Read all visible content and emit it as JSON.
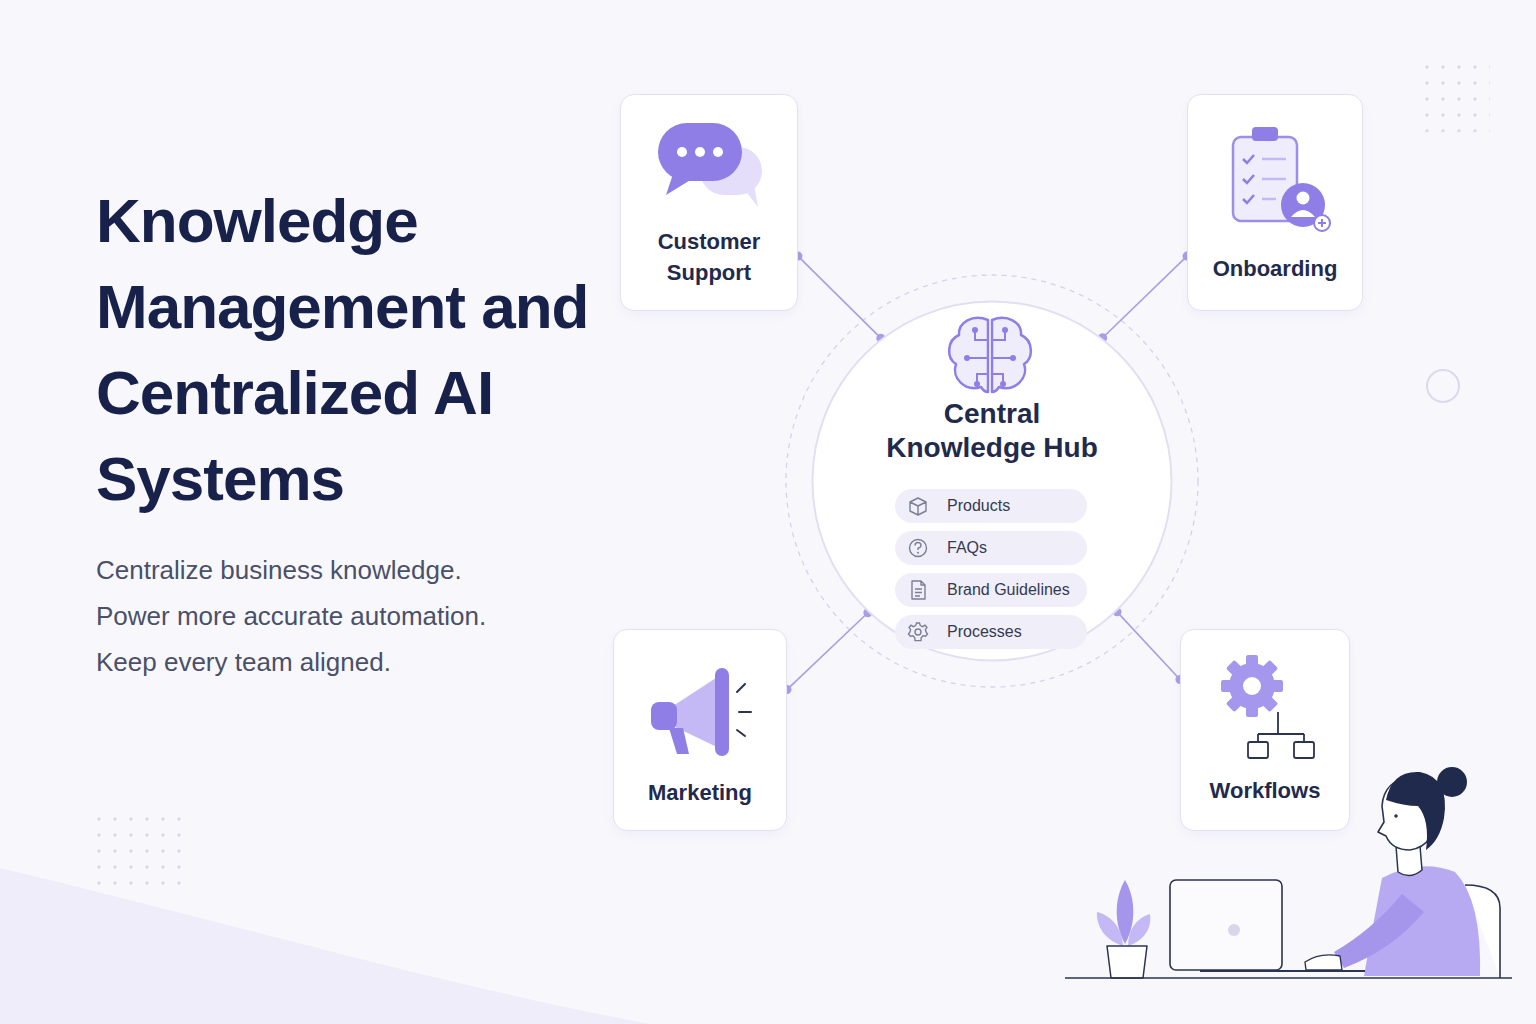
{
  "diagram": {
    "title": "Knowledge Management and Centralized AI Systems",
    "nodes": [
      {
        "text": [
          "Customer Support"
        ]
      },
      {
        "text": [
          "Onboarding"
        ]
      },
      {
        "text": [
          "Central Knowledge Hub"
        ]
      },
      {
        "text": [
          "Products"
        ],
        "in": 2
      },
      {
        "text": [
          "FAQs"
        ],
        "in": 2
      },
      {
        "text": [
          "Brand Guidelines"
        ],
        "in": 2
      },
      {
        "text": [
          "Processes"
        ],
        "in": 2
      },
      {
        "text": [
          "Marketing"
        ]
      },
      {
        "text": [
          "Workflows"
        ]
      }
    ],
    "edges": [
      {
        "from": 0,
        "to": 2,
        "arrow": "none"
      },
      {
        "from": 1,
        "to": 2,
        "arrow": "none"
      },
      {
        "from": 7,
        "to": 2,
        "arrow": "none"
      },
      {
        "from": 8,
        "to": 2,
        "arrow": "none"
      }
    ],
    "labels": [
      "Centralize business knowledge.",
      "Power more accurate automation.",
      "Keep every team aligned."
    ]
  }
}
